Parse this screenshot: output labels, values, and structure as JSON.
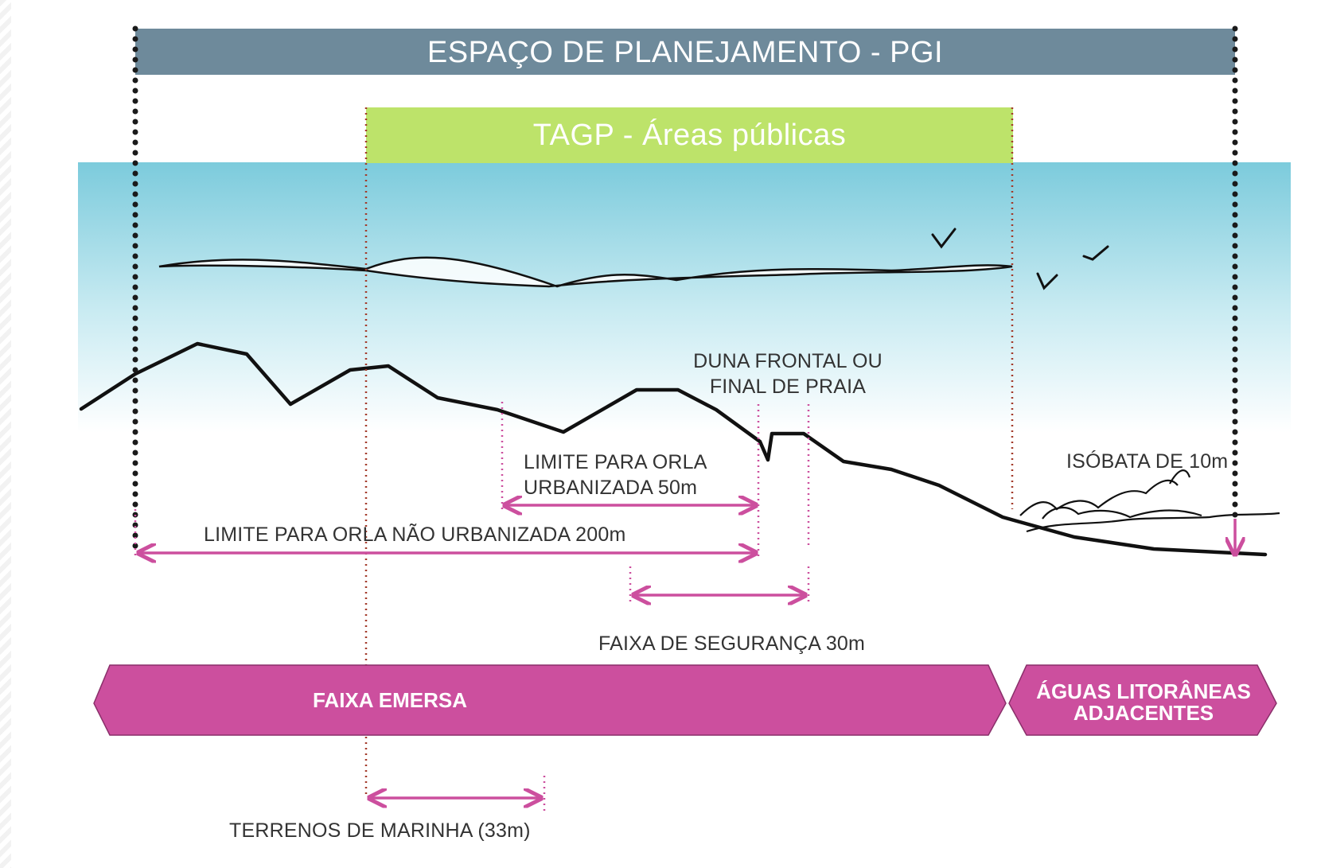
{
  "banners": {
    "planning_space": "ESPAÇO DE PLANEJAMENTO - PGI",
    "public_areas": "TAGP - Áreas públicas"
  },
  "labels": {
    "dune": [
      "DUNA FRONTAL OU",
      "FINAL DE PRAIA"
    ],
    "urban_limit": [
      "LIMITE PARA ORLA",
      "URBANIZADA 50m"
    ],
    "non_urban_limit": "LIMITE PARA ORLA NÃO URBANIZADA 200m",
    "isobath": "ISÓBATA DE 10m",
    "safety_strip": "FAIXA DE SEGURANÇA 30m",
    "marine_land": "TERRENOS DE MARINHA (33m)"
  },
  "zones": {
    "emerged": "FAIXA EMERSA",
    "waters": [
      "ÁGUAS LITORÂNEAS",
      "ADJACENTES"
    ]
  },
  "colors": {
    "planning_banner": "#6e8a9b",
    "public_banner": "#bde36a",
    "sky_top": "#7ccbdc",
    "sky_bottom": "#ffffff",
    "magenta": "#cc4f9e",
    "brick": "#a33a2a",
    "ink": "#111111"
  }
}
